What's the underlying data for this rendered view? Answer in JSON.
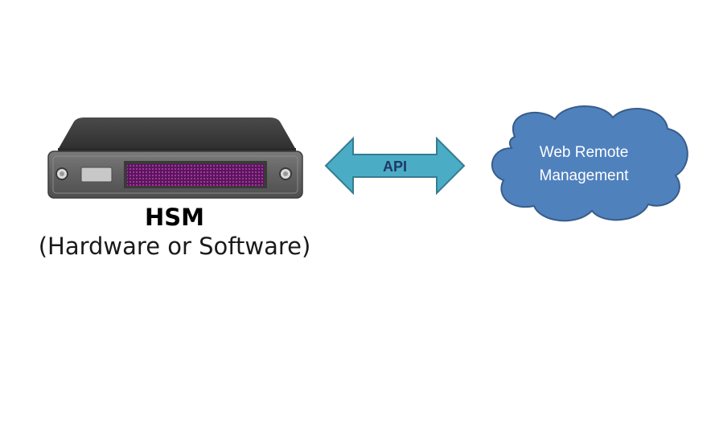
{
  "hsm": {
    "title": "HSM",
    "subtitle": "(Hardware or Software)"
  },
  "connector": {
    "label": "API"
  },
  "cloud": {
    "line1": "Web Remote",
    "line2": "Management"
  },
  "colors": {
    "arrow_fill": "#4bacc6",
    "arrow_stroke": "#357d91",
    "arrow_text": "#1f3864",
    "cloud_fill": "#4f81bd",
    "cloud_stroke": "#385d8a",
    "server_body": "#5a5a5a",
    "server_face": "#6b6b6b",
    "server_grille": "#7c1f7c"
  },
  "icons": {
    "server": "hsm-server-icon",
    "arrow": "bidirectional-arrow-icon",
    "cloud": "cloud-icon"
  }
}
